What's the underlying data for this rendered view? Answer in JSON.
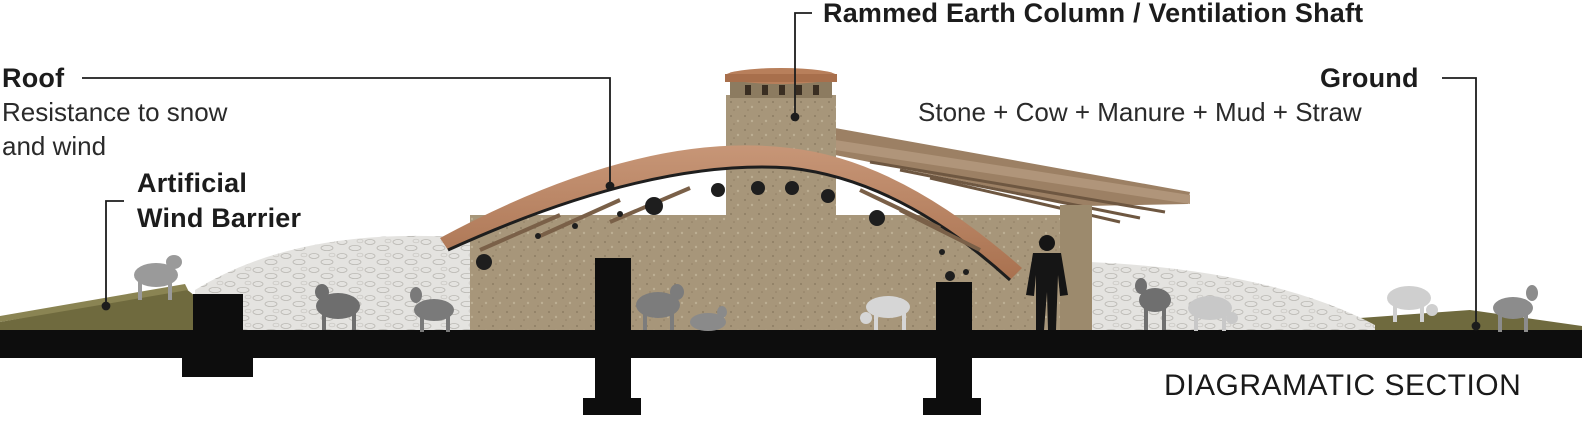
{
  "labels": {
    "roof_title": "Roof",
    "roof_desc_line1": "Resistance to snow",
    "roof_desc_line2": "and wind",
    "barrier_line1": "Artificial",
    "barrier_line2": "Wind Barrier",
    "column_title": "Rammed Earth Column / Ventilation Shaft",
    "ground_title": "Ground",
    "ground_desc": "Stone + Cow + Manure + Mud + Straw",
    "section_title": "DIAGRAMATIC SECTION"
  },
  "colors": {
    "ink": "#1c1c1c",
    "foundation": "#0d0d0d",
    "rammed_earth": "#a7967a",
    "timber": "#8c7156",
    "roof_clay": "#b98464",
    "stone_wall": "#e2e1de",
    "grass": "#6f6a3e",
    "animal_grey": "#8f8f8f",
    "animal_light": "#cfcfcf",
    "person": "#151515"
  }
}
